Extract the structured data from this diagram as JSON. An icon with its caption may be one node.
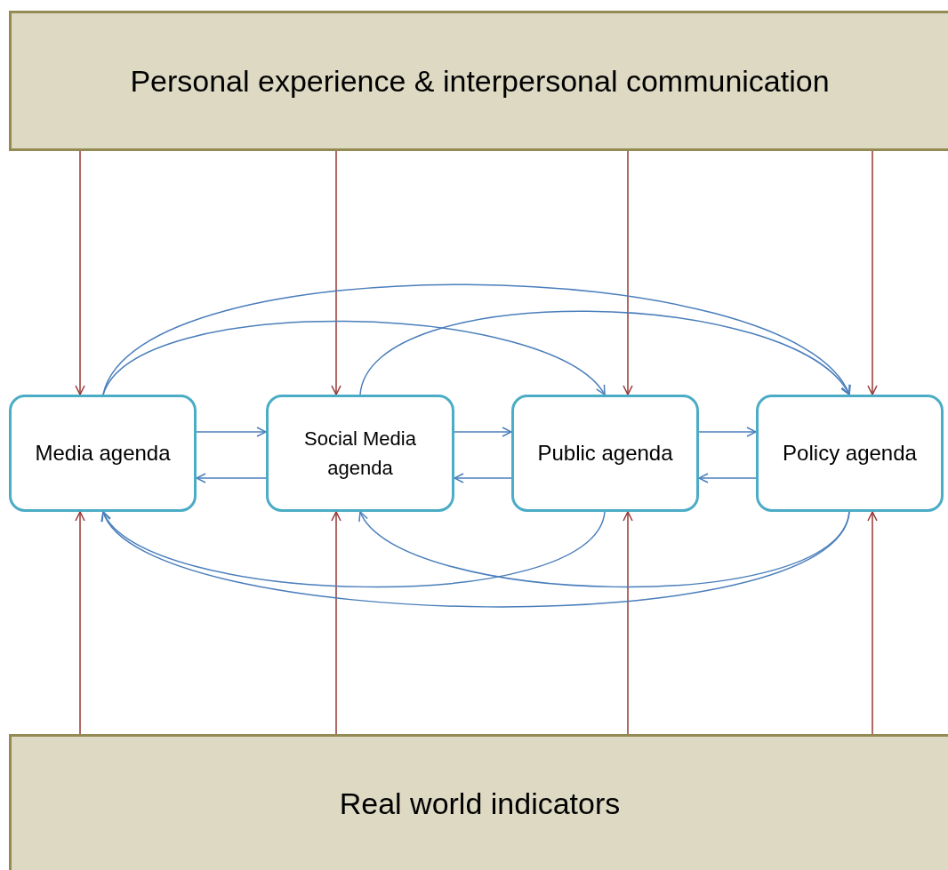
{
  "diagram": {
    "nodes": [
      {
        "text": [
          "Personal experience & interpersonal communication"
        ]
      },
      {
        "text": [
          "Media agenda"
        ]
      },
      {
        "text": [
          "Social Media agenda"
        ]
      },
      {
        "text": [
          "Public agenda"
        ]
      },
      {
        "text": [
          "Policy agenda"
        ]
      },
      {
        "text": [
          "Real world indicators"
        ]
      }
    ],
    "edges": [
      {
        "from": 0,
        "to": 1,
        "arrow": "to",
        "color": "#953735"
      },
      {
        "from": 0,
        "to": 2,
        "arrow": "to",
        "color": "#953735"
      },
      {
        "from": 0,
        "to": 3,
        "arrow": "to",
        "color": "#953735"
      },
      {
        "from": 0,
        "to": 4,
        "arrow": "to",
        "color": "#953735"
      },
      {
        "from": 5,
        "to": 1,
        "arrow": "to",
        "color": "#953735"
      },
      {
        "from": 5,
        "to": 2,
        "arrow": "to",
        "color": "#953735"
      },
      {
        "from": 5,
        "to": 3,
        "arrow": "to",
        "color": "#953735"
      },
      {
        "from": 5,
        "to": 4,
        "arrow": "to",
        "color": "#953735"
      },
      {
        "from": 1,
        "to": 2,
        "arrow": "to"
      },
      {
        "from": 2,
        "to": 1,
        "arrow": "to"
      },
      {
        "from": 2,
        "to": 3,
        "arrow": "to"
      },
      {
        "from": 3,
        "to": 2,
        "arrow": "to"
      },
      {
        "from": 3,
        "to": 4,
        "arrow": "to"
      },
      {
        "from": 4,
        "to": 3,
        "arrow": "to"
      },
      {
        "from": 1,
        "to": 3,
        "arrow": "to"
      },
      {
        "from": 1,
        "to": 4,
        "arrow": "to"
      },
      {
        "from": 2,
        "to": 4,
        "arrow": "to"
      },
      {
        "from": 3,
        "to": 1,
        "arrow": "to"
      },
      {
        "from": 4,
        "to": 1,
        "arrow": "to"
      },
      {
        "from": 4,
        "to": 2,
        "arrow": "to"
      }
    ]
  }
}
